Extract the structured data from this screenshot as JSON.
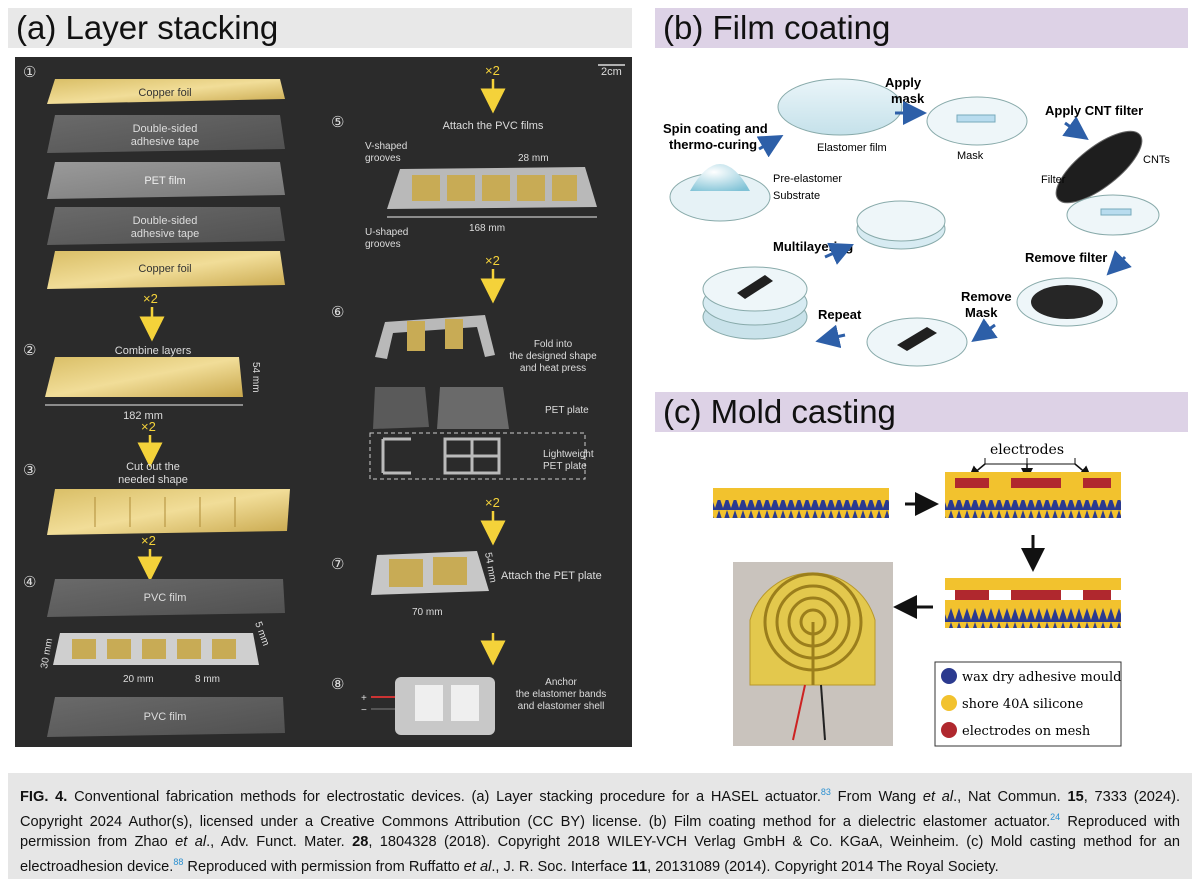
{
  "panels": {
    "a_title": "(a) Layer stacking",
    "b_title": "(b) Film coating",
    "c_title": "(c) Mold casting"
  },
  "layer_stacking": {
    "scale": "2cm",
    "steps": [
      "①",
      "②",
      "③",
      "④",
      "⑤",
      "⑥",
      "⑦",
      "⑧"
    ],
    "x2": "×2",
    "layers": [
      "Copper foil",
      "Double-sided",
      "adhesive tape",
      "PET film",
      "Double-sided",
      "adhesive tape",
      "Copper foil"
    ],
    "combine": "Combine layers",
    "dim_182": "182 mm",
    "dim_54": "54 mm",
    "cut_1": "Cut out the",
    "cut_2": "needed shape",
    "pvc_film": "PVC film",
    "dim_30": "30 mm",
    "dim_5": "5 mm",
    "dim_20": "20 mm",
    "dim_8": "8 mm",
    "attach_pvc": "Attach the PVC films",
    "v_1": "V-shaped",
    "v_2": "grooves",
    "u_1": "U-shaped",
    "u_2": "grooves",
    "dim_28": "28 mm",
    "dim_168": "168 mm",
    "fold_1": "Fold into",
    "fold_2": "the designed shape",
    "fold_3": "and heat press",
    "pet_plate": "PET plate",
    "light_1": "Lightweight",
    "light_2": "PET plate",
    "attach_pet": "Attach the PET plate",
    "dim_70": "70 mm",
    "dim_54b": "54 mm",
    "anchor_1": "Anchor",
    "anchor_2": "the elastomer bands",
    "anchor_3": "and elastomer shell",
    "plus": "+",
    "minus": "−"
  },
  "film_coating": {
    "spin_1": "Spin coating and",
    "spin_2": "thermo-curing",
    "elastomer_film": "Elastomer film",
    "pre_elastomer": "Pre-elastomer",
    "substrate": "Substrate",
    "apply_1": "Apply",
    "apply_2": "mask",
    "mask": "Mask",
    "apply_cnt": "Apply CNT filter",
    "cnts": "CNTs",
    "filter": "Filter",
    "multilayering": "Multilayering",
    "remove_filter": "Remove filter",
    "remove_1": "Remove",
    "remove_2": "Mask",
    "repeat": "Repeat"
  },
  "mold_casting": {
    "electrodes": "electrodes",
    "legend": [
      "wax dry adhesive mould",
      "shore 40A silicone",
      "electrodes on mesh"
    ],
    "colors": [
      "#2b3a8f",
      "#f2c22e",
      "#b0282e"
    ]
  },
  "caption": {
    "fig": "FIG. 4.",
    "p1": " Conventional fabrication methods for electrostatic devices. (a) Layer stacking procedure for a HASEL actuator.",
    "r1": "83",
    "p2": " From Wang ",
    "etal": "et al",
    "p3": "., Nat Commun. ",
    "v1": "15",
    "p4": ", 7333 (2024). Copyright 2024 Author(s), licensed under a Creative Commons Attribution (CC BY) license. (b) Film coating method for a dielectric elastomer actuator.",
    "r2": "24",
    "p5": " Reproduced with permission from Zhao ",
    "p6": "., Adv. Funct. Mater. ",
    "v2": "28",
    "p7": ", 1804328 (2018). Copyright 2018 WILEY-VCH Verlag GmbH & Co. KGaA, Weinheim. (c) Mold casting method for an electroadhesion device.",
    "r3": "88",
    "p8": " Reproduced with permission from Ruffatto ",
    "p9": "., J. R. Soc. Interface ",
    "v3": "11",
    "p10": ", 20131089 (2014). Copyright 2014 The Royal Society."
  }
}
